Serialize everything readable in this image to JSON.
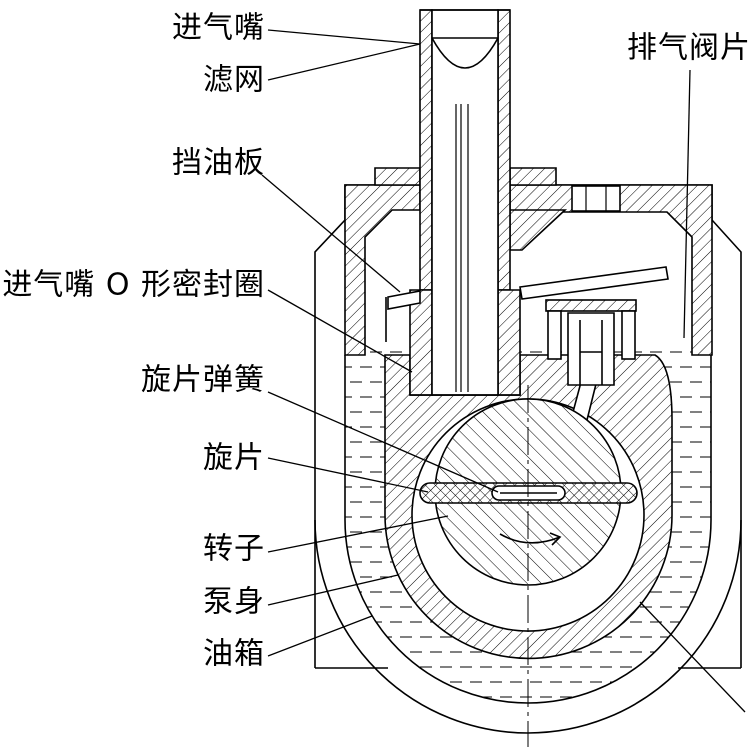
{
  "labels": {
    "inlet_nozzle": "进气嘴",
    "filter_screen": "滤网",
    "exhaust_valve": "排气阀片",
    "oil_baffle": "挡油板",
    "inlet_oring": "进气嘴 O 形密封圈",
    "vane_spring": "旋片弹簧",
    "vane": "旋片",
    "rotor": "转子",
    "pump_body": "泵身",
    "oil_tank": "油箱"
  },
  "colors": {
    "ink": "#000000",
    "paper": "#ffffff"
  }
}
